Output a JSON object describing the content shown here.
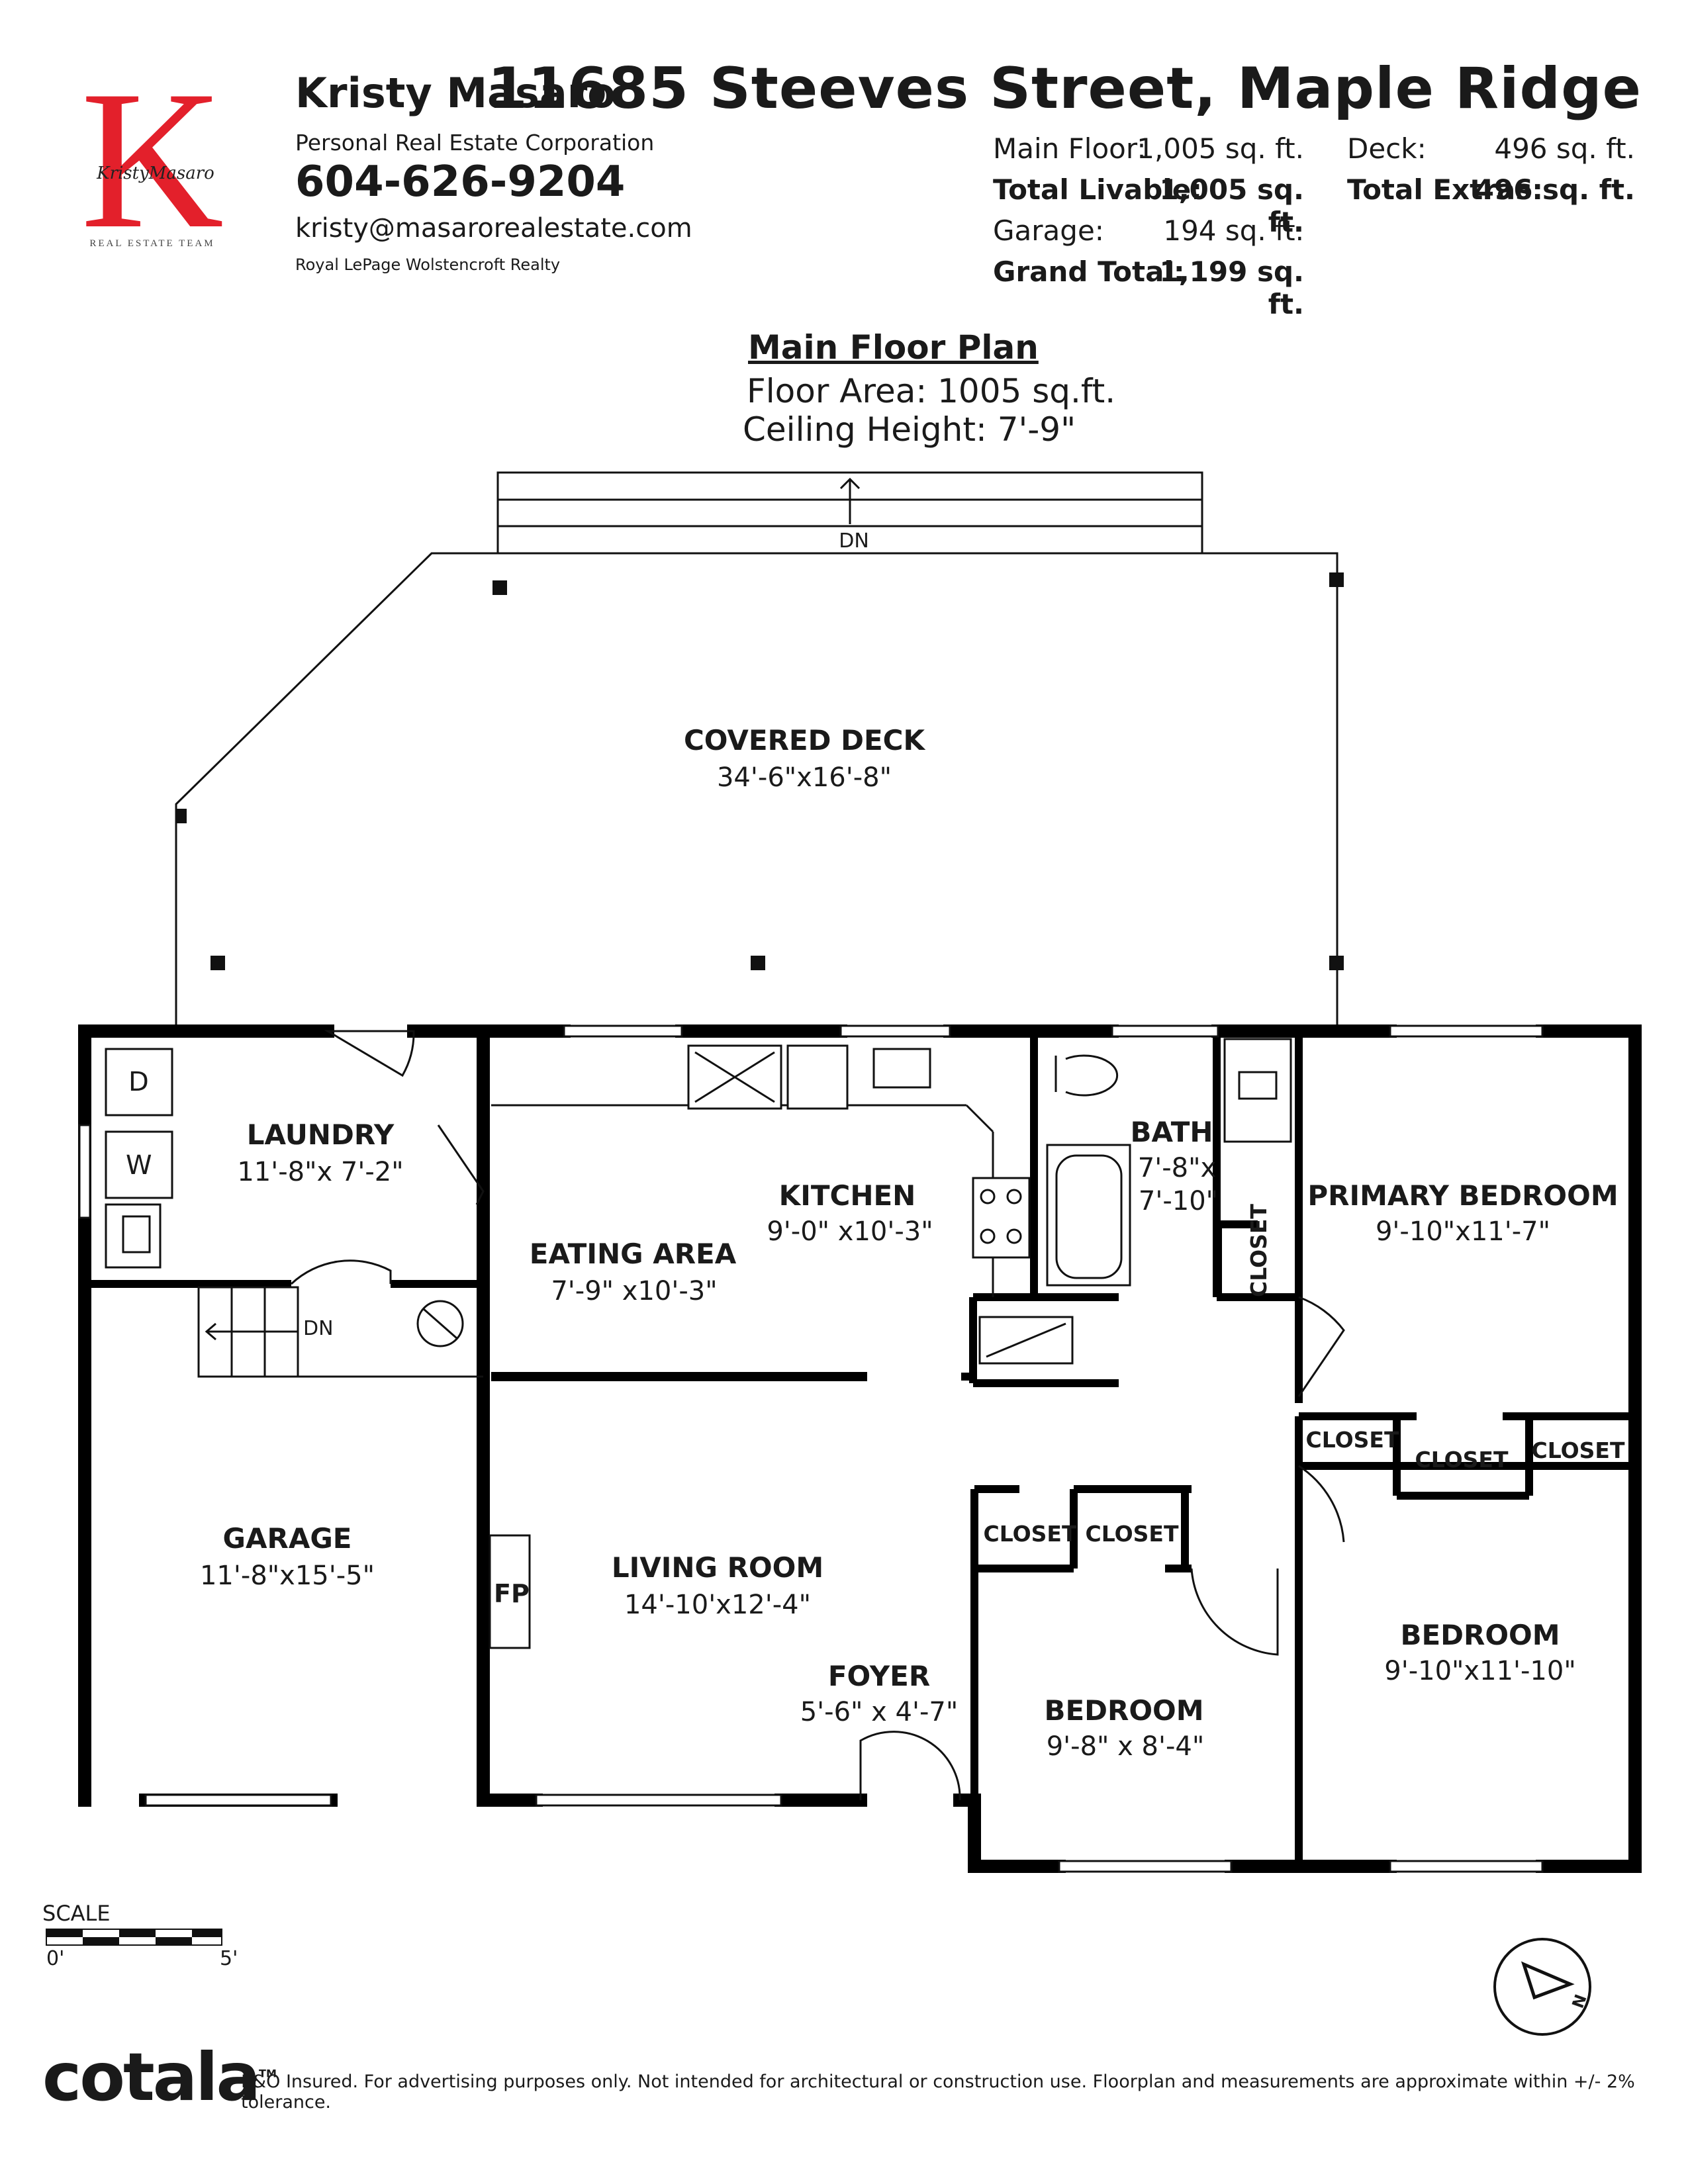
{
  "agent": {
    "name": "Kristy Masaro",
    "corporation": "Personal Real Estate Corporation",
    "phone": "604-626-9204",
    "email": "kristy@masarorealestate.com",
    "brokerage": "Royal LePage Wolstencroft Realty",
    "logo_letter": "K",
    "logo_signature": "KristyMasaro",
    "logo_team": "REAL ESTATE TEAM"
  },
  "property": {
    "address": "11685 Steeves Street, Maple Ridge"
  },
  "area_summary": {
    "main_floor_label": "Main Floor:",
    "main_floor_value": "1,005",
    "total_livable_label": "Total Livable:",
    "total_livable_value": "1,005",
    "garage_label": "Garage:",
    "garage_value": "194",
    "grand_total_label": "Grand Total:",
    "grand_total_value": "1,199",
    "deck_label": "Deck:",
    "deck_value": "496",
    "total_extras_label": "Total Extras:",
    "total_extras_value": "496",
    "unit": "sq. ft."
  },
  "plan": {
    "title": "Main Floor Plan",
    "floor_area": "Floor Area: 1005 sq.ft.",
    "ceiling_height": "Ceiling Height: 7'-9\"",
    "stair_dn": "DN"
  },
  "rooms": {
    "covered_deck": {
      "name": "COVERED DECK",
      "dim": "34'-6\"x16'-8\""
    },
    "laundry": {
      "name": "LAUNDRY",
      "dim": "11'-8\"x 7'-2\""
    },
    "kitchen": {
      "name": "KITCHEN",
      "dim": "9'-0\" x10'-3\""
    },
    "eating_area": {
      "name": "EATING AREA",
      "dim": "7'-9\" x10'-3\""
    },
    "bath": {
      "name": "BATH",
      "dim1": "7'-8\"x",
      "dim2": "7'-10\""
    },
    "primary_bedroom": {
      "name": "PRIMARY BEDROOM",
      "dim": "9'-10\"x11'-7\""
    },
    "garage": {
      "name": "GARAGE",
      "dim": "11'-8\"x15'-5\""
    },
    "living_room": {
      "name": "LIVING ROOM",
      "dim": "14'-10'x12'-4\""
    },
    "foyer": {
      "name": "FOYER",
      "dim": "5'-6\" x 4'-7\""
    },
    "bedroom_2": {
      "name": "BEDROOM",
      "dim": "9'-8\" x 8'-4\""
    },
    "bedroom_3": {
      "name": "BEDROOM",
      "dim": "9'-10\"x11'-10\""
    }
  },
  "fixtures": {
    "dryer": "D",
    "washer": "W",
    "fireplace": "FP",
    "closet": "CLOSET"
  },
  "scale": {
    "title": "SCALE",
    "left": "0'",
    "right": "5'"
  },
  "compass_label": "N",
  "footer": {
    "brand": "cotala",
    "trademark": "TM",
    "disclaimer": "E&O Insured. For advertising purposes only. Not intended for architectural or construction use. Floorplan and measurements are approximate within +/- 2% tolerance."
  }
}
